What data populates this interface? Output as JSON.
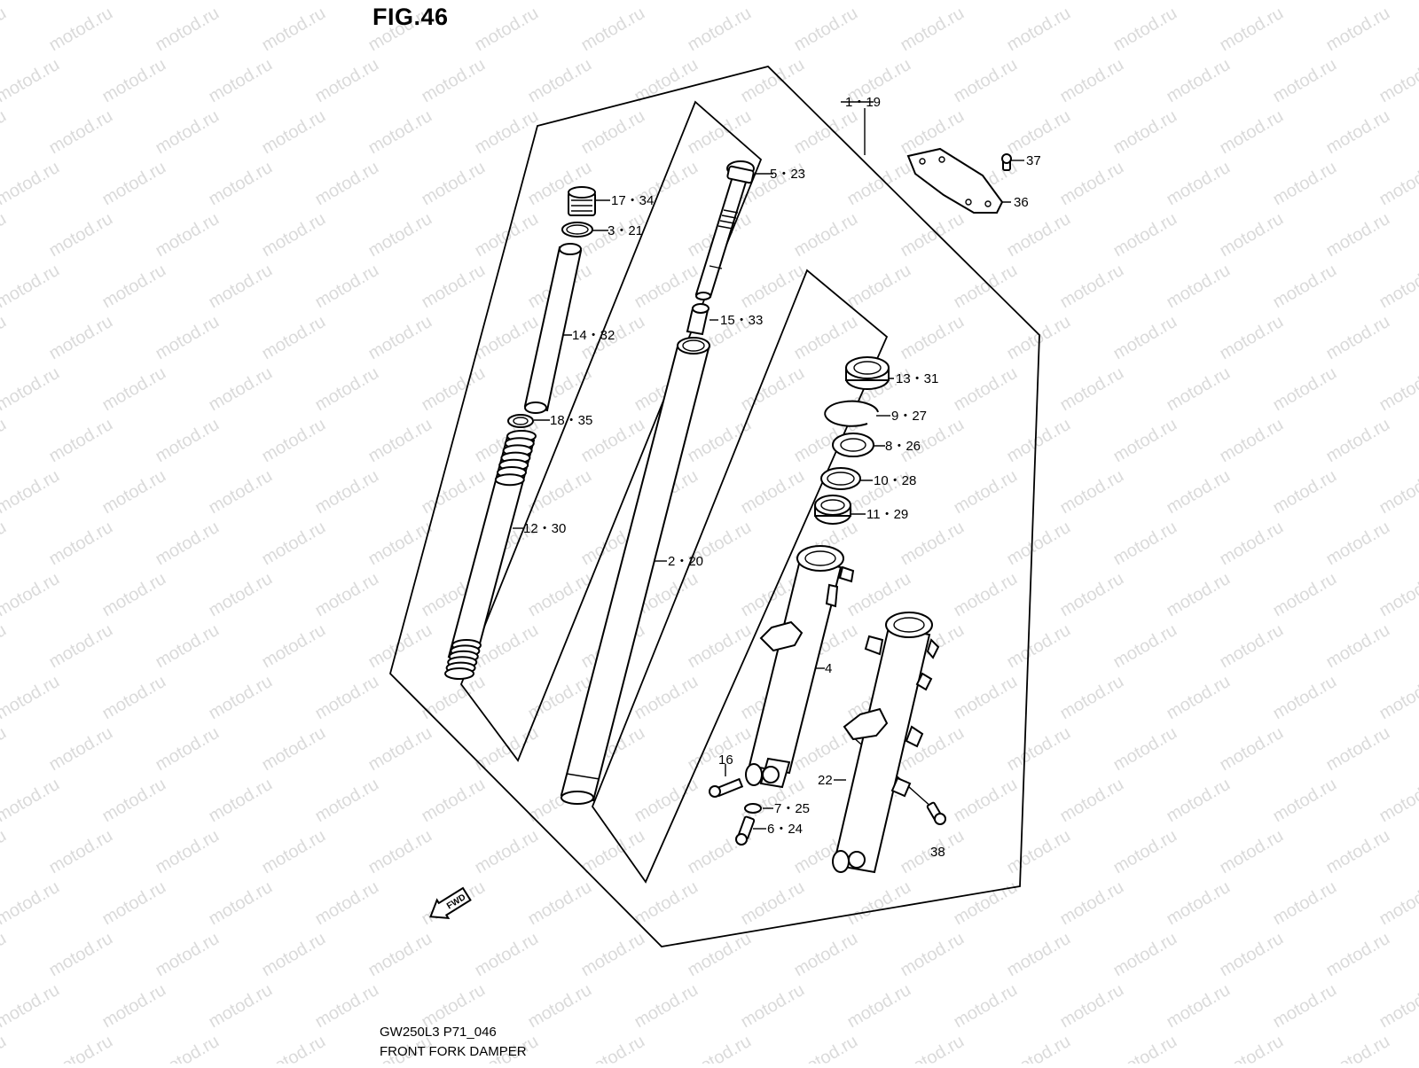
{
  "figure": {
    "title": "FIG.46",
    "model_code": "GW250L3 P71_046",
    "caption": "FRONT FORK DAMPER"
  },
  "watermark": {
    "text": "motod.ru",
    "color": "#bdbdbd"
  },
  "fwd_arrow": {
    "text": "FWD"
  },
  "callouts": {
    "c1": "1・19",
    "c2": "5・23",
    "c3": "17・34",
    "c4": "3・21",
    "c5": "14・32",
    "c6": "15・33",
    "c7": "13・31",
    "c8": "9・27",
    "c9": "8・26",
    "c10": "10・28",
    "c11": "11・29",
    "c12": "18・35",
    "c13": "12・30",
    "c14": "2・20",
    "c15": "4",
    "c16": "16",
    "c17": "7・25",
    "c18": "6・24",
    "c19": "22",
    "c20": "38",
    "c21": "37",
    "c22": "36"
  }
}
